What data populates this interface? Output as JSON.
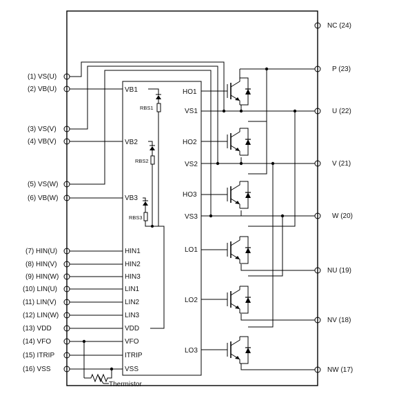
{
  "left_pins": [
    {
      "id": "vs_u",
      "label": "(1) VS(U)"
    },
    {
      "id": "vb_u",
      "label": "(2) VB(U)"
    },
    {
      "id": "vs_v",
      "label": "(3) VS(V)"
    },
    {
      "id": "vb_v",
      "label": "(4) VB(V)"
    },
    {
      "id": "vs_w",
      "label": "(5) VS(W)"
    },
    {
      "id": "vb_w",
      "label": "(6) VB(W)"
    },
    {
      "id": "hin_u",
      "label": "(7) HIN(U)"
    },
    {
      "id": "hin_v",
      "label": "(8) HIN(V)"
    },
    {
      "id": "hin_w",
      "label": "(9) HIN(W)"
    },
    {
      "id": "lin_u",
      "label": "(10) LIN(U)"
    },
    {
      "id": "lin_v",
      "label": "(11) LIN(V)"
    },
    {
      "id": "lin_w",
      "label": "(12) LIN(W)"
    },
    {
      "id": "vdd",
      "label": "(13) VDD"
    },
    {
      "id": "vfo",
      "label": "(14) VFO"
    },
    {
      "id": "itrip",
      "label": "(15) ITRIP"
    },
    {
      "id": "vss",
      "label": "(16) VSS"
    }
  ],
  "right_pins": [
    {
      "id": "nc",
      "label": "NC (24)"
    },
    {
      "id": "p",
      "label": "P (23)"
    },
    {
      "id": "u",
      "label": "U (22)"
    },
    {
      "id": "v",
      "label": "V (21)"
    },
    {
      "id": "w",
      "label": "W (20)"
    },
    {
      "id": "nu",
      "label": "NU (19)"
    },
    {
      "id": "nv",
      "label": "NV (18)"
    },
    {
      "id": "nw",
      "label": "NW (17)"
    }
  ],
  "ic_inputs": [
    "VB1",
    "VB2",
    "VB3",
    "HIN1",
    "HIN2",
    "HIN3",
    "LIN1",
    "LIN2",
    "LIN3",
    "VDD",
    "VFO",
    "ITRIP",
    "VSS"
  ],
  "ic_outputs": [
    "HO1",
    "VS1",
    "HO2",
    "VS2",
    "HO3",
    "VS3",
    "LO1",
    "LO2",
    "LO3"
  ],
  "bootstrap_resistors": [
    "RBS1",
    "RBS2",
    "RBS3"
  ],
  "thermistor_label": "Thermistor"
}
